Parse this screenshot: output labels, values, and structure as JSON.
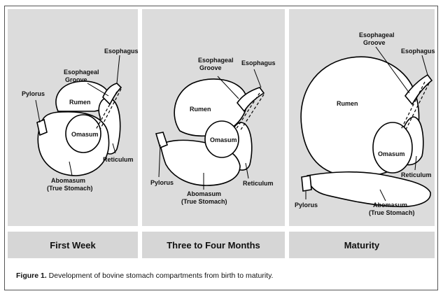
{
  "panels": [
    {
      "stage": "First Week",
      "labels": {
        "esophagus": "Esophagus",
        "esophageal_groove_1": "Esophageal",
        "esophageal_groove_2": "Groove",
        "rumen": "Rumen",
        "pylorus": "Pylorus",
        "omasum": "Omasum",
        "reticulum": "Reticulum",
        "abomasum_1": "Abomasum",
        "abomasum_2": "(True Stomach)"
      }
    },
    {
      "stage": "Three to Four Months",
      "labels": {
        "esophagus": "Esophagus",
        "esophageal_groove_1": "Esophageal",
        "esophageal_groove_2": "Groove",
        "rumen": "Rumen",
        "pylorus": "Pylorus",
        "omasum": "Omasum",
        "reticulum": "Reticulum",
        "abomasum_1": "Abomasum",
        "abomasum_2": "(True Stomach)"
      }
    },
    {
      "stage": "Maturity",
      "labels": {
        "esophagus": "Esophagus",
        "esophageal_groove_1": "Esophageal",
        "esophageal_groove_2": "Groove",
        "rumen": "Rumen",
        "pylorus": "Pylorus",
        "omasum": "Omasum",
        "reticulum": "Reticulum",
        "abomasum_1": "Abomasum",
        "abomasum_2": "(True Stomach)"
      }
    }
  ],
  "caption": {
    "prefix": "Figure 1.",
    "text": " Development of bovine stomach compartments from birth to maturity."
  },
  "colors": {
    "panel_bg": "#dcdcdc",
    "stage_bg": "#d6d6d6",
    "outline": "#000000"
  }
}
